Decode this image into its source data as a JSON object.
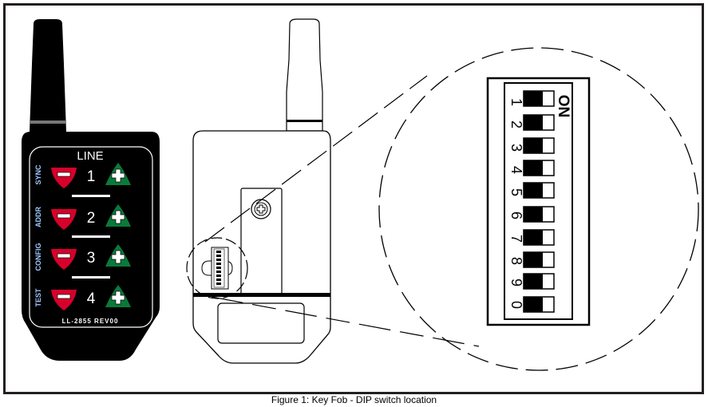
{
  "figure": {
    "caption": "Figure 1: Key Fob - DIP switch location",
    "frame_color": "#231f20"
  },
  "key_fob_front": {
    "header": "LINE",
    "model_label": "LL-2855 REV00",
    "body_color": "#000000",
    "minus_color": "#d7002b",
    "plus_color": "#0a7a3a",
    "label_color": "#9ec8ff",
    "rows": [
      {
        "side_label": "SYNC",
        "number": "1",
        "minus_icon": "minus-shield-icon",
        "plus_icon": "plus-triangle-icon"
      },
      {
        "side_label": "ADDR",
        "number": "2",
        "minus_icon": "minus-shield-icon",
        "plus_icon": "plus-triangle-icon"
      },
      {
        "side_label": "CONFIG",
        "number": "3",
        "minus_icon": "minus-shield-icon",
        "plus_icon": "plus-triangle-icon"
      },
      {
        "side_label": "TEST",
        "number": "4",
        "minus_icon": "minus-shield-icon",
        "plus_icon": "plus-triangle-icon"
      }
    ]
  },
  "key_fob_back": {
    "parts": [
      "antenna",
      "housing",
      "screw",
      "battery-plate",
      "dip-switch-small",
      "label-window"
    ]
  },
  "dip_switch_detail": {
    "on_label": "ON",
    "switches": [
      {
        "label": "1",
        "state": "off"
      },
      {
        "label": "2",
        "state": "off"
      },
      {
        "label": "3",
        "state": "off"
      },
      {
        "label": "4",
        "state": "off"
      },
      {
        "label": "5",
        "state": "off"
      },
      {
        "label": "6",
        "state": "off"
      },
      {
        "label": "7",
        "state": "off"
      },
      {
        "label": "8",
        "state": "off"
      },
      {
        "label": "9",
        "state": "off"
      },
      {
        "label": "0",
        "state": "off"
      }
    ]
  }
}
